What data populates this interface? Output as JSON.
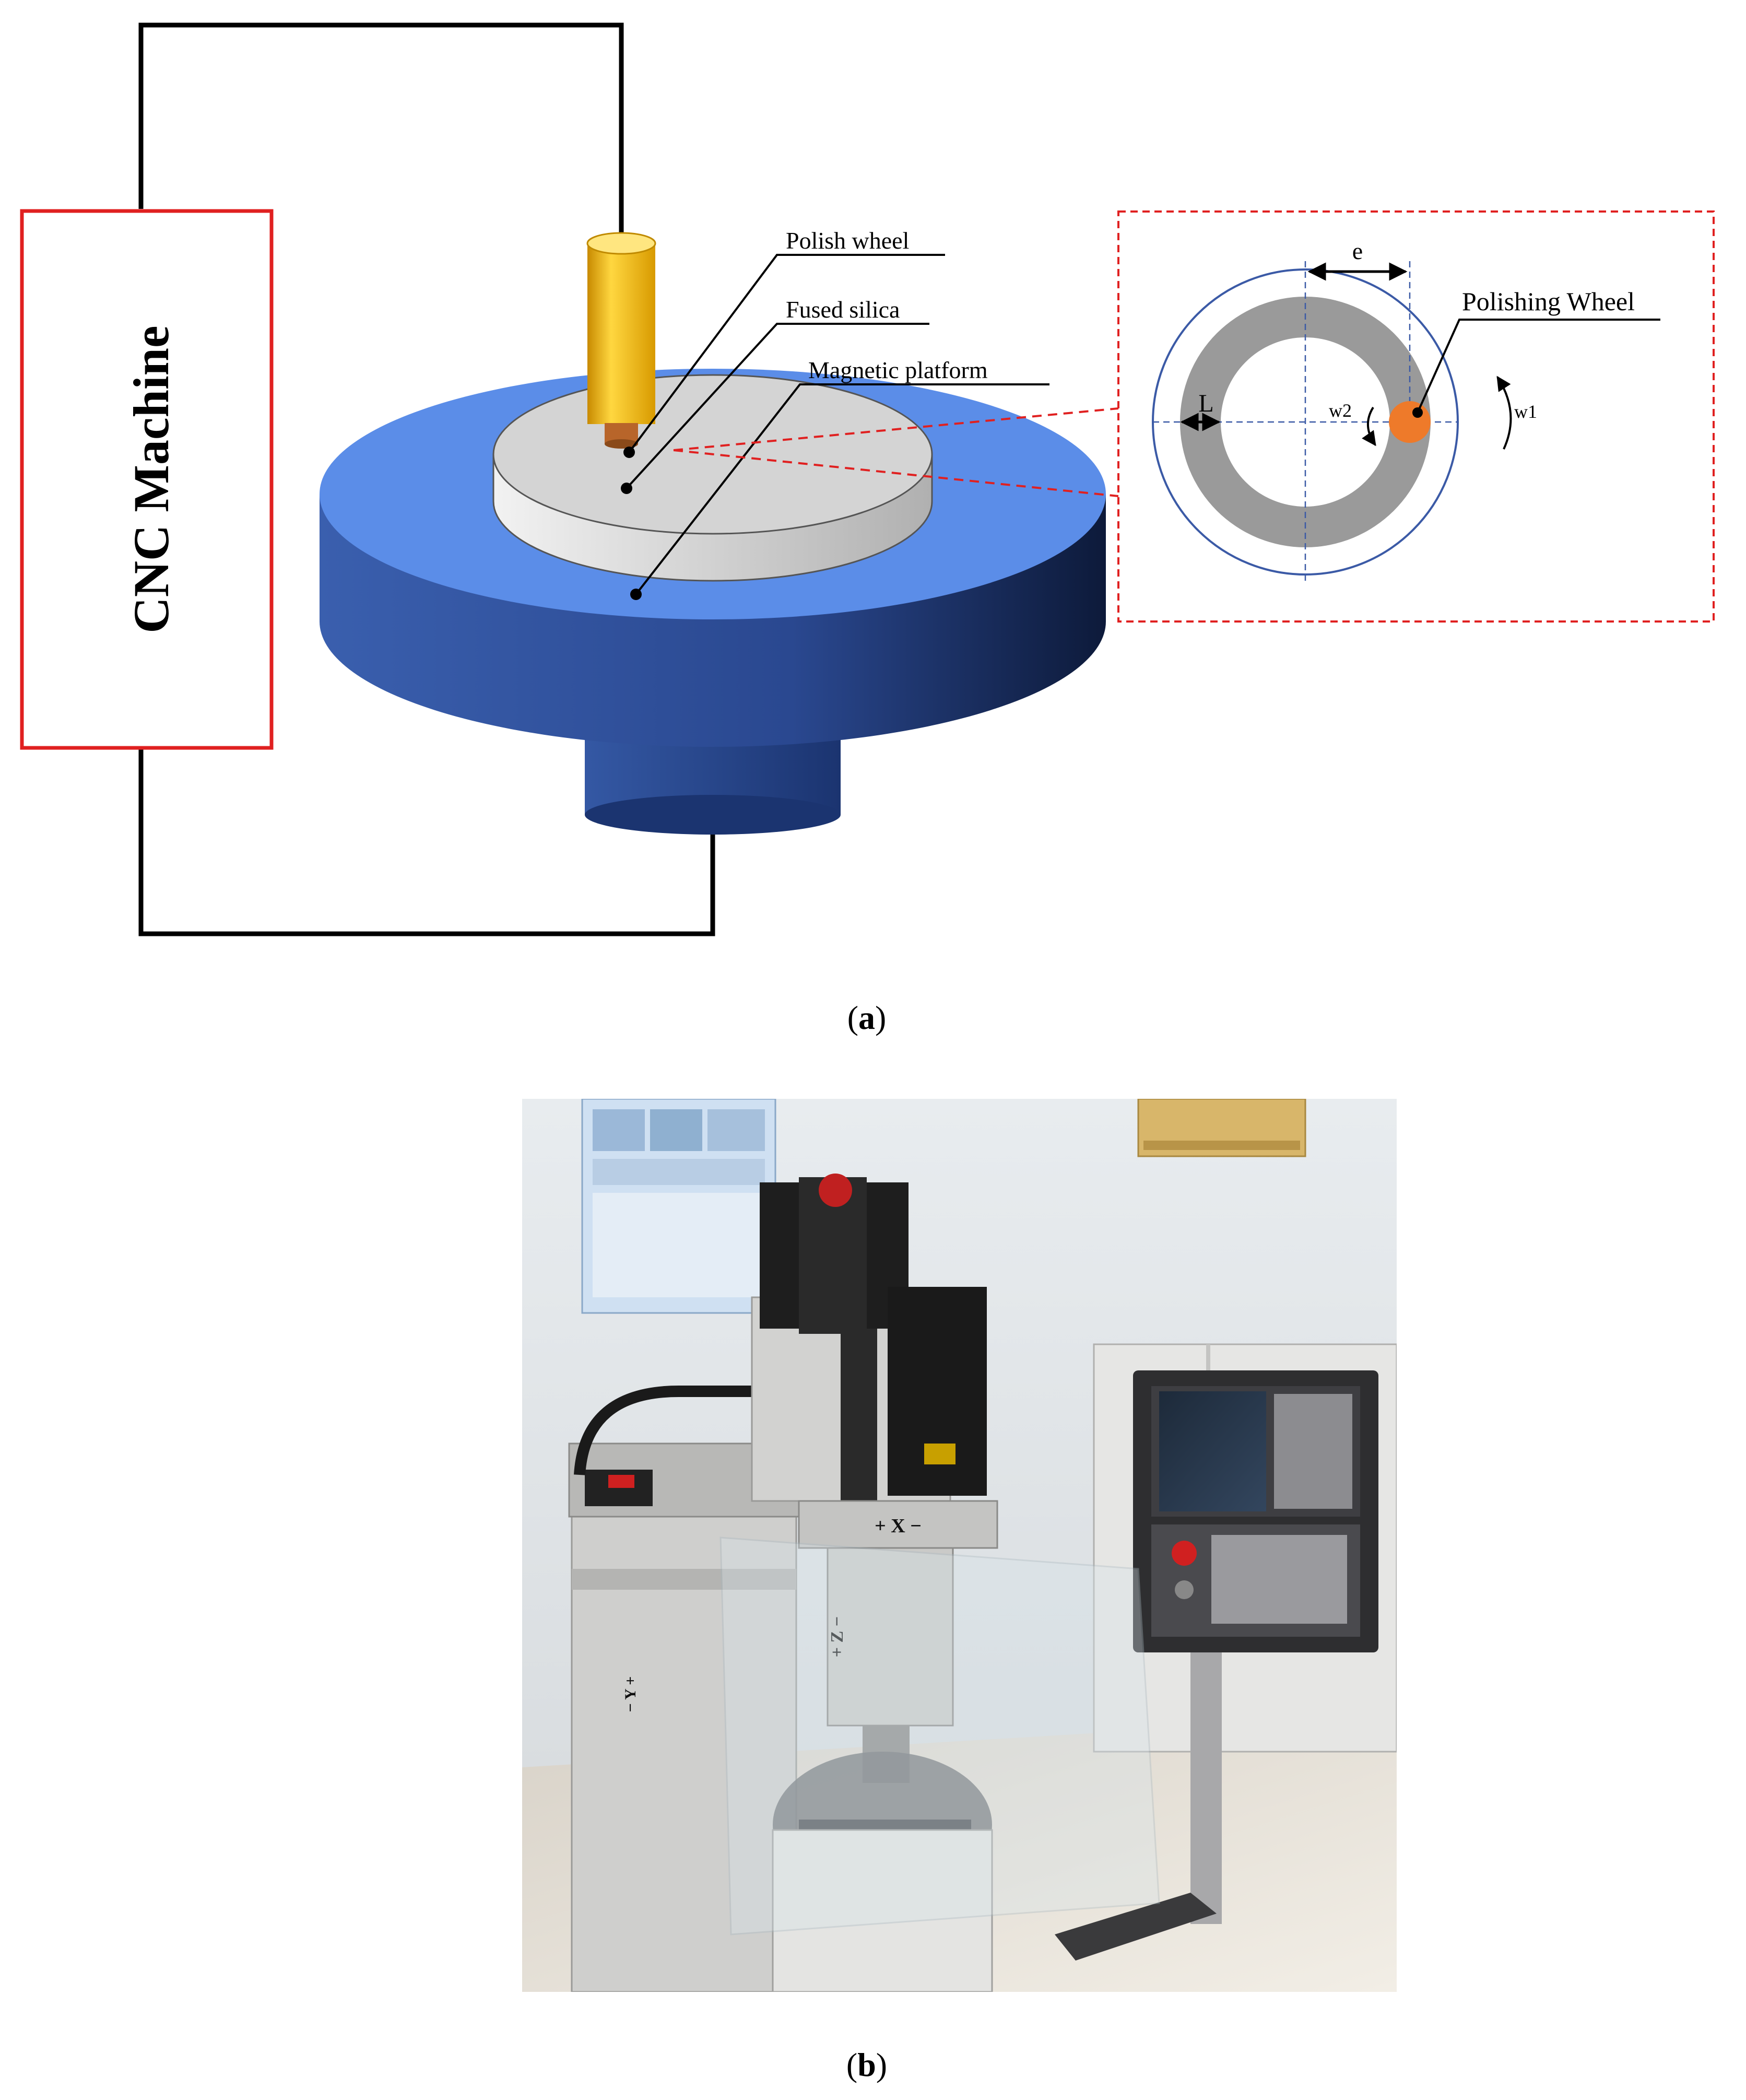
{
  "panel_a": {
    "caption_letter": "a",
    "machine": {
      "label": "CNC Machine",
      "frame_color": "#e02020"
    },
    "labels": {
      "polish_wheel": "Polish wheel",
      "fused_silica": "Fused silica",
      "magnetic_platform": "Magnetic platform"
    },
    "inset": {
      "eccentricity": "e",
      "ring_width": "L",
      "wheel_speed": "w2",
      "platform_speed": "w1",
      "wheel_label": "Polishing Wheel"
    },
    "colors": {
      "spindle": "#f0b400",
      "platform": "#5b8de8",
      "platform_dark": "#1b3470",
      "silica": "#d4d4d4",
      "ring": "#9a9a9a",
      "wheel_dot": "#ee7a2a",
      "inset_border": "#e02020"
    }
  },
  "panel_b": {
    "caption_letter": "b",
    "axis_labels": {
      "x": "+ X −",
      "z": "+ Z −",
      "y": "− Y +"
    }
  }
}
